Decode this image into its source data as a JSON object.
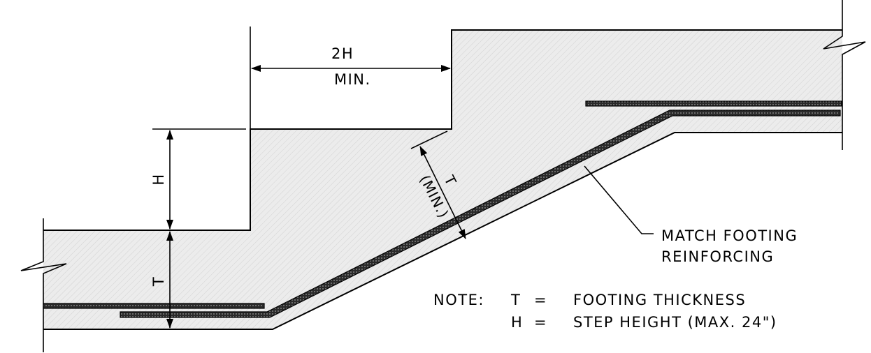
{
  "labels": {
    "dim_2h": "2H",
    "dim_min": "MIN.",
    "dim_h": "H",
    "dim_t": "T",
    "dim_t_diag": "T",
    "dim_min_diag": "(MIN.)",
    "callout_line1": "MATCH FOOTING",
    "callout_line2": "REINFORCING",
    "note_label": "NOTE:",
    "note_t_symbol": "T",
    "note_t_eq": "=",
    "note_t_text": "FOOTING THICKNESS",
    "note_h_symbol": "H",
    "note_h_eq": "=",
    "note_h_text": "STEP HEIGHT (MAX. 24\")"
  },
  "colors": {
    "line": "#000000",
    "concrete_fill": "#e9e9e9",
    "hatch": "#cfcfcf",
    "background": "#ffffff"
  }
}
